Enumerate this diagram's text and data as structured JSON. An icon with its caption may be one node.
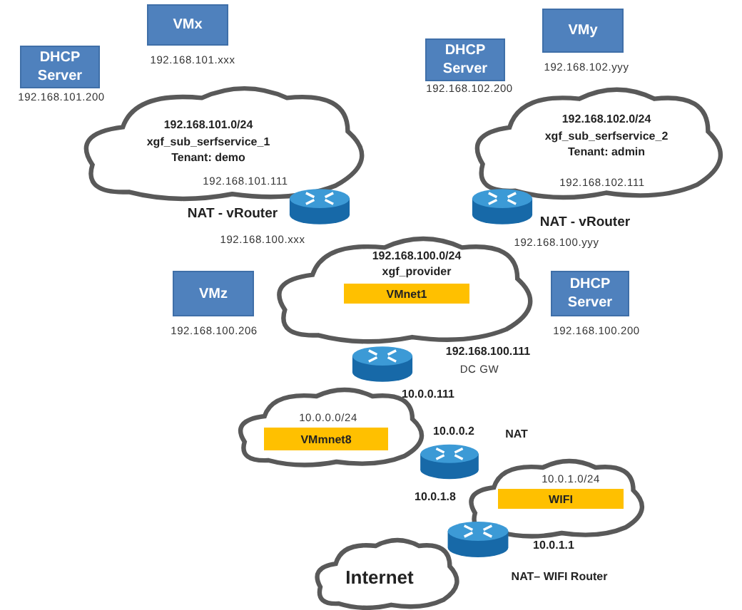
{
  "diagram": {
    "nodes": [
      {
        "text": [
          "DHCP Server"
        ],
        "beside": [
          "192.168.101.200"
        ]
      },
      {
        "text": [
          "VMx"
        ],
        "beside": [
          "192.168.101.xxx"
        ]
      },
      {
        "text": [
          "192.168.101.0/24",
          "xgf_sub_serfservice_1",
          "Tenant: demo",
          "192.168.101.111"
        ]
      },
      {
        "text": [
          "DHCP Server"
        ],
        "beside": [
          "192.168.102.200"
        ]
      },
      {
        "text": [
          "VMy"
        ],
        "beside": [
          "192.168.102.yyy"
        ]
      },
      {
        "text": [
          "192.168.102.0/24",
          "xgf_sub_serfservice_2",
          "Tenant: admin",
          "192.168.102.111"
        ]
      },
      {
        "text": [],
        "shape": "cylinder",
        "beside": [
          "NAT - vRouter",
          "192.168.100.xxx"
        ]
      },
      {
        "text": [],
        "shape": "cylinder",
        "beside": [
          "NAT - vRouter",
          "192.168.100.yyy"
        ]
      },
      {
        "text": [
          "VMz"
        ],
        "beside": [
          "192.168.100.206"
        ]
      },
      {
        "text": [
          "192.168.100.0/24",
          "xgf_provider"
        ]
      },
      {
        "text": [
          "VMnet1"
        ],
        "in": 9
      },
      {
        "text": [
          "DHCP Server"
        ],
        "beside": [
          "192.168.100.200"
        ]
      },
      {
        "text": [],
        "shape": "cylinder",
        "beside": [
          "192.168.100.111",
          "DC GW",
          "10.0.0.111"
        ]
      },
      {
        "text": [
          "10.0.0.0/24"
        ]
      },
      {
        "text": [
          "VMmnet8"
        ],
        "in": 13
      },
      {
        "text": [],
        "shape": "cylinder",
        "beside": [
          "NAT",
          "10.0.0.2",
          "10.0.1.8"
        ]
      },
      {
        "text": [
          "10.0.1.0/24"
        ]
      },
      {
        "text": [
          "WIFI"
        ],
        "in": 16
      },
      {
        "text": [],
        "shape": "cylinder",
        "beside": [
          "10.0.1.1",
          "NAT– WIFI Router"
        ]
      },
      {
        "text": [
          "Internet"
        ]
      }
    ]
  }
}
